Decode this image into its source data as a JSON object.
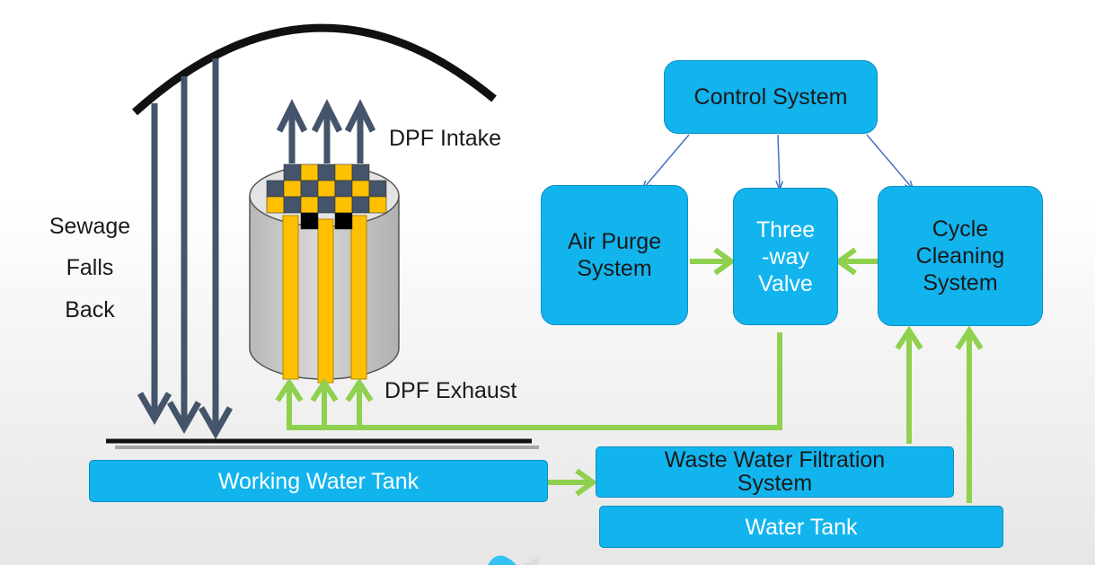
{
  "labels": {
    "sewage": "Sewage\nFalls\nBack",
    "dpf_intake": "DPF Intake",
    "dpf_exhaust": "DPF Exhaust"
  },
  "boxes": {
    "control_system": "Control System",
    "air_purge": "Air Purge\nSystem",
    "three_way_valve": "Three\n-way\nValve",
    "cycle_cleaning": "Cycle\nCleaning\nSystem",
    "working_water_tank": "Working Water Tank",
    "waste_water_filtration": "Waste Water Filtration\nSystem",
    "water_tank": "Water Tank"
  },
  "colors": {
    "box_fill": "#12b4ee",
    "box_border": "#0a8fc4",
    "flow_arrow": "#8fd14f",
    "control_arrow": "#4472c4",
    "sewage_arrow": "#44546a",
    "filter_yellow": "#ffc000",
    "filter_grey": "#c8c8c8"
  }
}
